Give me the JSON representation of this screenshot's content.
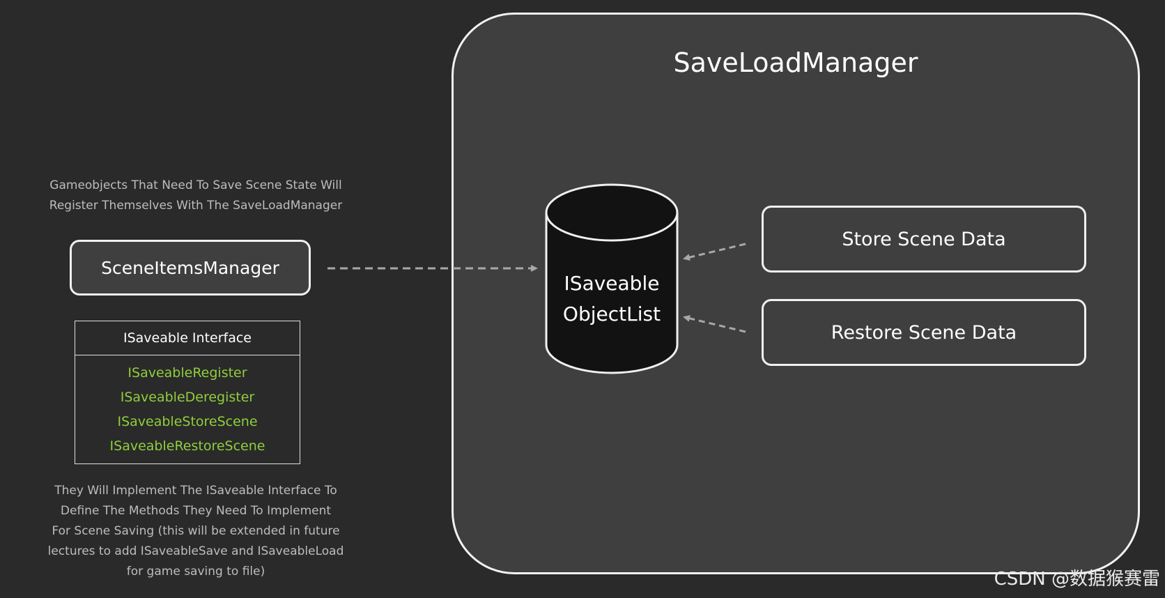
{
  "manager": {
    "title": "SaveLoadManager"
  },
  "notes": {
    "register": [
      "Gameobjects That Need To Save Scene State Will",
      "Register Themselves With The SaveLoadManager"
    ],
    "implement": [
      "They Will Implement The ISaveable Interface To",
      "Define The Methods They Need To Implement",
      "For Scene Saving (this will be extended in future",
      "lectures to add ISaveableSave and ISaveableLoad",
      "for game saving to file)"
    ]
  },
  "scene_items_manager": {
    "label": "SceneItemsManager"
  },
  "interface": {
    "title": "ISaveable Interface",
    "methods": [
      "ISaveableRegister",
      "ISaveableDeregister",
      "ISaveableStoreScene",
      "ISaveableRestoreScene"
    ]
  },
  "object_list": {
    "line1": "ISaveable",
    "line2": "ObjectList"
  },
  "actions": {
    "store": "Store Scene Data",
    "restore": "Restore Scene Data"
  },
  "watermark": "CSDN @数据猴赛雷",
  "colors": {
    "background": "#2a2a2a",
    "panel": "#3f3f3f",
    "method_text": "#8fcf3c",
    "note_text": "#bdbdbd"
  }
}
